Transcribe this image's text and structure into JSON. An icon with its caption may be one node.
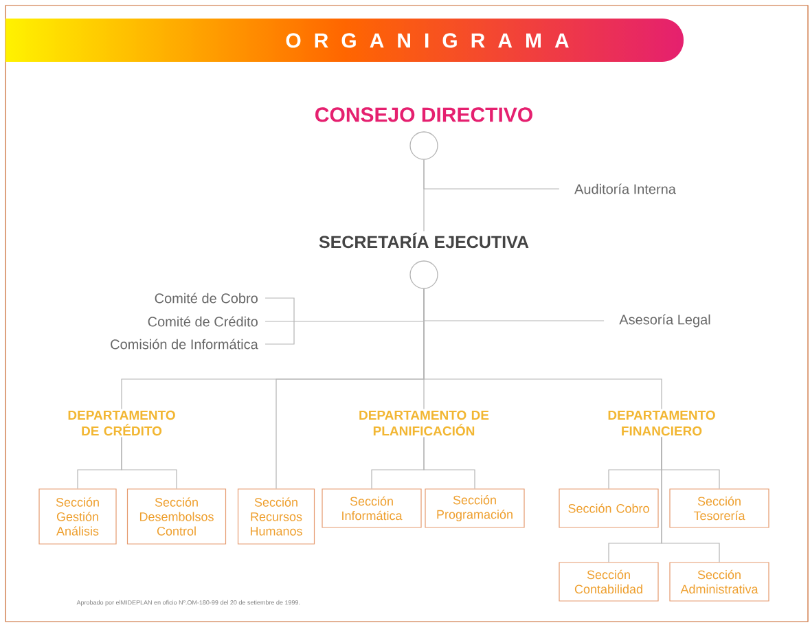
{
  "diagram": {
    "title": "O R G A N I G R A M A",
    "nodes": [
      {
        "text": [
          "CONSEJO DIRECTIVO"
        ]
      },
      {
        "text": [],
        "shape": "circle"
      },
      {
        "text": [
          "Auditoría Interna"
        ]
      },
      {
        "text": [
          "SECRETARÍA EJECUTIVA"
        ]
      },
      {
        "text": [],
        "shape": "circle"
      },
      {
        "text": [
          "Comité de Cobro"
        ]
      },
      {
        "text": [
          "Comité de Crédito"
        ]
      },
      {
        "text": [
          "Comisión de Informática"
        ]
      },
      {
        "text": [
          "Asesoría Legal"
        ]
      },
      {
        "text": [
          "DEPARTAMENTO DE CRÉDITO"
        ]
      },
      {
        "text": [
          "DEPARTAMENTO DE PLANIFICACIÓN"
        ]
      },
      {
        "text": [
          "DEPARTAMENTO FINANCIERO"
        ]
      },
      {
        "text": [
          "Sección Gestión Análisis"
        ]
      },
      {
        "text": [
          "Sección Desembolsos Control"
        ]
      },
      {
        "text": [
          "Sección Recursos Humanos"
        ]
      },
      {
        "text": [
          "Sección Informática"
        ]
      },
      {
        "text": [
          "Sección Programación"
        ]
      },
      {
        "text": [
          "Sección Cobro"
        ]
      },
      {
        "text": [
          "Sección Tesorería"
        ]
      },
      {
        "text": [
          "Sección Contabilidad"
        ]
      },
      {
        "text": [
          "Sección Administrativa"
        ]
      }
    ],
    "edges": [
      {
        "from": 1,
        "to": 3,
        "arrow": "none"
      },
      {
        "from": 1,
        "to": 2,
        "arrow": "none"
      },
      {
        "from": 4,
        "to": 5,
        "arrow": "none"
      },
      {
        "from": 4,
        "to": 6,
        "arrow": "none"
      },
      {
        "from": 4,
        "to": 7,
        "arrow": "none"
      },
      {
        "from": 4,
        "to": 8,
        "arrow": "none"
      },
      {
        "from": 4,
        "to": 9,
        "arrow": "none"
      },
      {
        "from": 4,
        "to": 14,
        "arrow": "none"
      },
      {
        "from": 4,
        "to": 10,
        "arrow": "none"
      },
      {
        "from": 4,
        "to": 11,
        "arrow": "none"
      },
      {
        "from": 9,
        "to": 12,
        "arrow": "none"
      },
      {
        "from": 9,
        "to": 13,
        "arrow": "none"
      },
      {
        "from": 10,
        "to": 15,
        "arrow": "none"
      },
      {
        "from": 10,
        "to": 16,
        "arrow": "none"
      },
      {
        "from": 11,
        "to": 17,
        "arrow": "none"
      },
      {
        "from": 11,
        "to": 18,
        "arrow": "none"
      },
      {
        "from": 11,
        "to": 19,
        "arrow": "none"
      },
      {
        "from": 11,
        "to": 20,
        "arrow": "none"
      }
    ],
    "labels": [
      "Aprobado por elMIDEPLAN en oficio Nº.OM-180-99 del 20 de setiembre de 1999."
    ]
  }
}
